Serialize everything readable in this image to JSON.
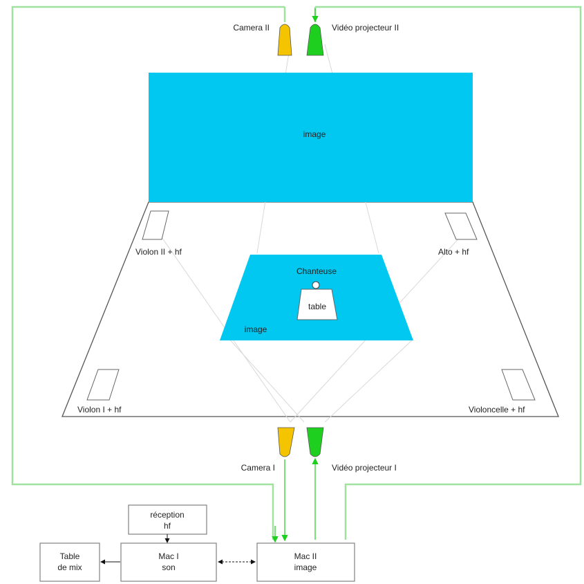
{
  "colors": {
    "screen": "#00c8f0",
    "camera": "#f5c400",
    "projector": "#1fcf1f",
    "cable": "#9fe29f",
    "beam": "#d8d8d8"
  },
  "devices": {
    "camera_top": "Camera II",
    "projector_top": "Vidéo projecteur II",
    "camera_bottom": "Camera I",
    "projector_bottom": "Vidéo projecteur I"
  },
  "stage": {
    "back_screen": "image",
    "floor_screen_top": "Chanteuse",
    "floor_screen_bottom": "image",
    "table": "table"
  },
  "musicians": {
    "violin2": "Violon II + hf",
    "alto": "Alto + hf",
    "violin1": "Violon I + hf",
    "cello": "Violoncelle + hf"
  },
  "equipment": {
    "reception_line1": "réception",
    "reception_line2": "hf",
    "mac1_line1": "Mac I",
    "mac1_line2": "son",
    "mac2_line1": "Mac II",
    "mac2_line2": "image",
    "mix_line1": "Table",
    "mix_line2": "de mix"
  }
}
